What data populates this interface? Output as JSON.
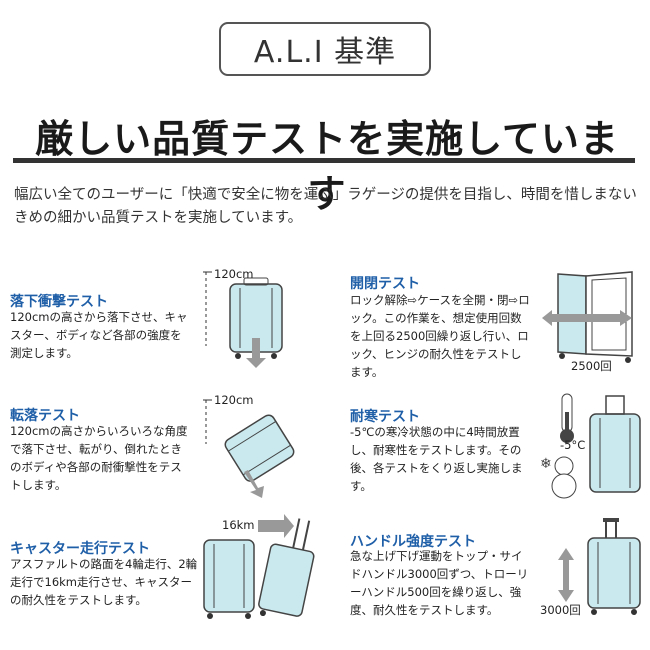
{
  "badge": "A.L.I 基準",
  "title": "厳しい品質テストを実施しています",
  "intro": "幅広い全てのユーザーに「快適で安全に物を運ぶ」ラゲージの提供を目指し、時間を惜しまないきめの細かい品質テストを実施しています。",
  "tests": {
    "drop": {
      "title": "落下衝撃テスト",
      "body": "120cmの高さから落下させ、キャスター、ボディなど各部の強度を測定します。",
      "label": "120cm"
    },
    "tumble": {
      "title": "転落テスト",
      "body": "120cmの高さからいろいろな角度で落下させ、転がり、倒れたときのボディや各部の耐衝撃性をテストします。",
      "label": "120cm"
    },
    "caster": {
      "title": "キャスター走行テスト",
      "body": "アスファルトの路面を4輪走行、2輪走行で16km走行させ、キャスターの耐久性をテストします。",
      "label": "16km"
    },
    "open_close": {
      "title": "開閉テスト",
      "body": "ロック解除⇨ケースを全開・閉⇨ロック。この作業を、想定使用回数を上回る2500回繰り返し行い、ロック、ヒンジの耐久性をテストします。",
      "label": "2500回"
    },
    "cold": {
      "title": "耐寒テスト",
      "body": "-5℃の寒冷状態の中に4時間放置し、耐寒性をテストします。その後、各テストをくり返し実施します。",
      "label": "-5°C"
    },
    "handle": {
      "title": "ハンドル強度テスト",
      "body": "急な上げ下げ運動をトップ・サイドハンドル3000回ずつ、トローリーハンドル500回を繰り返し、強度、耐久性をテストします。",
      "label": "3000回"
    }
  },
  "colors": {
    "suitcase": "#c9e9ee",
    "heading": "#1f5fa8",
    "arrow": "#888888"
  }
}
